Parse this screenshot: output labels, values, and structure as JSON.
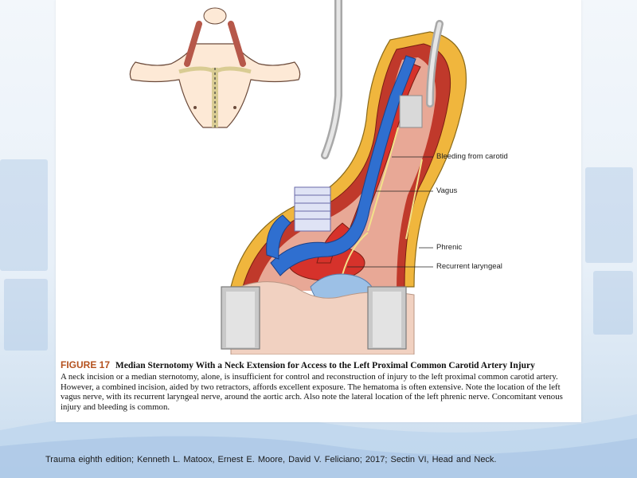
{
  "figure": {
    "number": "FIGURE 17",
    "title": "Median Sternotomy With a Neck Extension for Access to the Left Proximal Common Carotid Artery Injury",
    "caption": "A neck incision or a median sternotomy, alone, is insufficient for control and reconstruction of injury to the left proximal common carotid artery. However, a combined incision, aided by two retractors, affords excellent exposure. The hematoma is often extensive. Note the location of the left vagus nerve, with its recurrent laryngeal nerve, around the aortic arch. Also note the lateral location of the left phrenic nerve. Concomitant venous injury and bleeding is common."
  },
  "callouts": [
    "Bleeding from carotid",
    "Vagus",
    "Phrenic",
    "Recurrent laryngeal"
  ],
  "source": "Trauma  eighth  edition;  Kenneth  L. Matoox,  Ernest E. Moore,  David  V. Feliciano;  2017; Sectin VI, Head and Neck.",
  "colors": {
    "caption_number": "#b4511e",
    "artery": "#d6322b",
    "vein": "#2f6fd0",
    "fat": "#f0b63d",
    "retractor": "#c9c9c9"
  }
}
